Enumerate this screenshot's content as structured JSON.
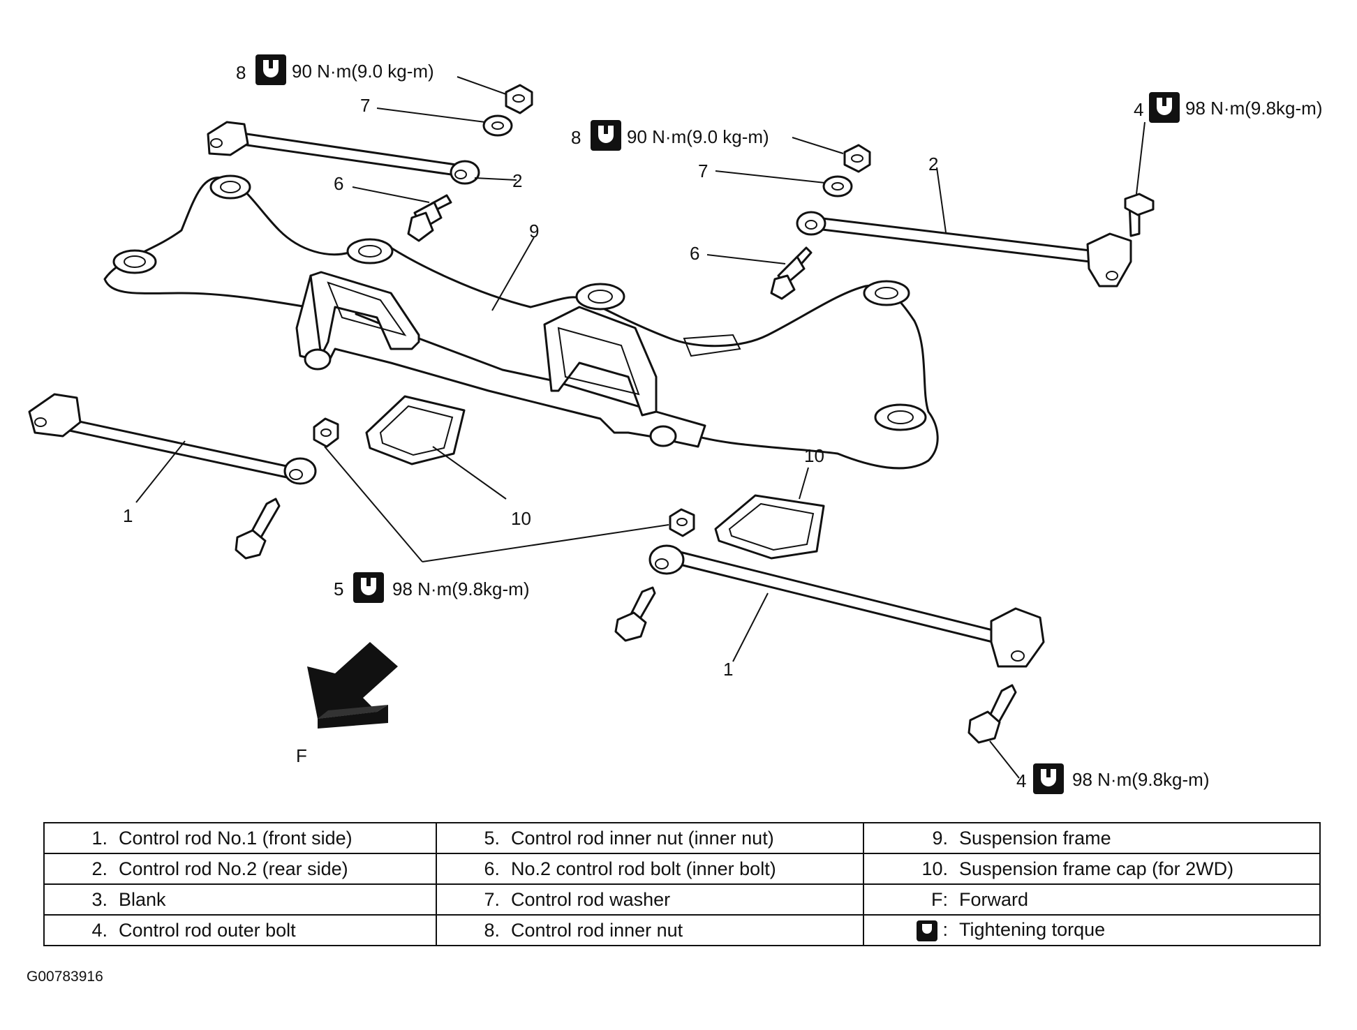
{
  "callouts": {
    "c8a": "8",
    "t8a": "90 N·m(9.0 kg-m)",
    "c7a": "7",
    "c8b": "8",
    "t8b": "90 N·m(9.0 kg-m)",
    "c7b": "7",
    "c4a": "4",
    "t4a": "98 N·m(9.8kg-m)",
    "c2a": "2",
    "c2b": "2",
    "c6a": "6",
    "c6b": "6",
    "c9": "9",
    "c10a": "10",
    "c10b": "10",
    "c1a": "1",
    "c1b": "1",
    "c5": "5",
    "t5": "98 N·m(9.8kg-m)",
    "c4b": "4",
    "t4b": "98 N·m(9.8kg-m)",
    "forward": "F"
  },
  "legend": {
    "rows": [
      [
        {
          "num": "1.",
          "text": "Control rod No.1 (front side)"
        },
        {
          "num": "5.",
          "text": "Control rod inner nut (inner nut)"
        },
        {
          "num": "9.",
          "text": "Suspension frame"
        }
      ],
      [
        {
          "num": "2.",
          "text": "Control rod No.2 (rear side)"
        },
        {
          "num": "6.",
          "text": "No.2 control rod bolt (inner bolt)"
        },
        {
          "num": "10.",
          "text": "Suspension frame cap (for 2WD)"
        }
      ],
      [
        {
          "num": "3.",
          "text": "Blank"
        },
        {
          "num": "7.",
          "text": "Control rod washer"
        },
        {
          "num": "F:",
          "text": "Forward"
        }
      ],
      [
        {
          "num": "4.",
          "text": "Control rod outer bolt"
        },
        {
          "num": "8.",
          "text": "Control rod inner nut"
        },
        {
          "num": ":",
          "text": "Tightening torque"
        }
      ]
    ]
  },
  "figure_id": "G00783916",
  "colors": {
    "ink": "#111111",
    "paper": "#ffffff"
  },
  "icons": {
    "torque": "torque-wrench-icon",
    "forward": "forward-arrow-icon"
  }
}
